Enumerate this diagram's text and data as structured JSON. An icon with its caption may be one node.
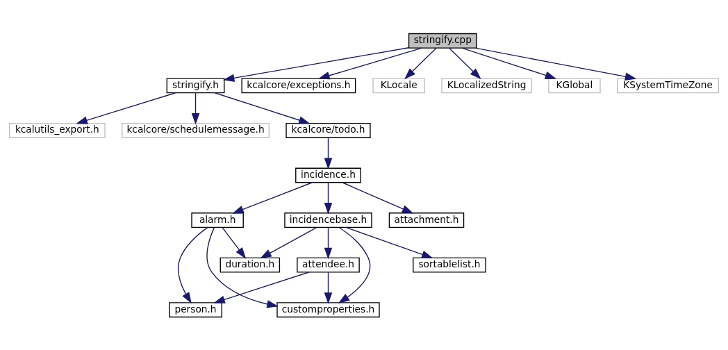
{
  "diagram": {
    "nodes": [
      {
        "text": [
          "stringify.cpp"
        ]
      },
      {
        "text": [
          "stringify.h"
        ]
      },
      {
        "text": [
          "kcalcore/exceptions.h"
        ]
      },
      {
        "text": [
          "KLocale"
        ]
      },
      {
        "text": [
          "KLocalizedString"
        ]
      },
      {
        "text": [
          "KGlobal"
        ]
      },
      {
        "text": [
          "KSystemTimeZone"
        ]
      },
      {
        "text": [
          "kcalutils_export.h"
        ]
      },
      {
        "text": [
          "kcalcore/schedulemessage.h"
        ]
      },
      {
        "text": [
          "kcalcore/todo.h"
        ]
      },
      {
        "text": [
          "incidence.h"
        ]
      },
      {
        "text": [
          "alarm.h"
        ]
      },
      {
        "text": [
          "incidencebase.h"
        ]
      },
      {
        "text": [
          "attachment.h"
        ]
      },
      {
        "text": [
          "duration.h"
        ]
      },
      {
        "text": [
          "attendee.h"
        ]
      },
      {
        "text": [
          "sortablelist.h"
        ]
      },
      {
        "text": [
          "person.h"
        ]
      },
      {
        "text": [
          "customproperties.h"
        ]
      }
    ],
    "edges": [
      {
        "from": 0,
        "to": 1,
        "arrow": "to"
      },
      {
        "from": 0,
        "to": 2,
        "arrow": "to"
      },
      {
        "from": 0,
        "to": 3,
        "arrow": "to"
      },
      {
        "from": 0,
        "to": 4,
        "arrow": "to"
      },
      {
        "from": 0,
        "to": 5,
        "arrow": "to"
      },
      {
        "from": 0,
        "to": 6,
        "arrow": "to"
      },
      {
        "from": 1,
        "to": 7,
        "arrow": "to"
      },
      {
        "from": 1,
        "to": 8,
        "arrow": "to"
      },
      {
        "from": 1,
        "to": 9,
        "arrow": "to"
      },
      {
        "from": 9,
        "to": 10,
        "arrow": "to"
      },
      {
        "from": 10,
        "to": 11,
        "arrow": "to"
      },
      {
        "from": 10,
        "to": 12,
        "arrow": "to"
      },
      {
        "from": 10,
        "to": 13,
        "arrow": "to"
      },
      {
        "from": 11,
        "to": 17,
        "arrow": "to"
      },
      {
        "from": 11,
        "to": 18,
        "arrow": "to"
      },
      {
        "from": 11,
        "to": 14,
        "arrow": "to"
      },
      {
        "from": 12,
        "to": 14,
        "arrow": "to"
      },
      {
        "from": 12,
        "to": 15,
        "arrow": "to"
      },
      {
        "from": 12,
        "to": 16,
        "arrow": "to"
      },
      {
        "from": 12,
        "to": 18,
        "arrow": "to"
      },
      {
        "from": 15,
        "to": 17,
        "arrow": "to"
      },
      {
        "from": 15,
        "to": 18,
        "arrow": "to"
      }
    ]
  }
}
